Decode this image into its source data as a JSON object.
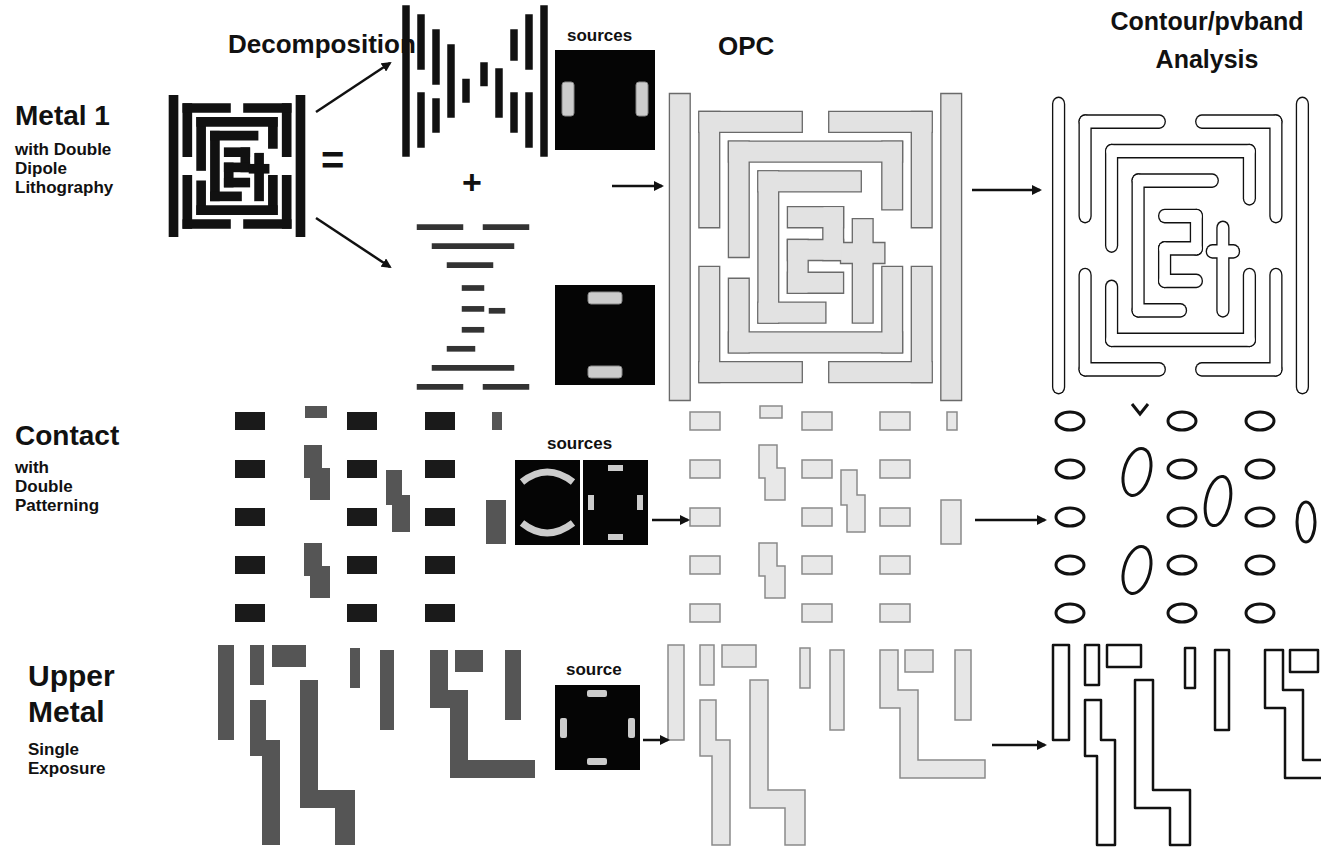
{
  "diagram": {
    "labels": [
      "Decomposition",
      "OPC",
      "Contour/pvband Analysis",
      "Metal 1",
      "with Double Dipole Lithography",
      "=",
      "+",
      "sources",
      "Contact",
      "with Double Patterning",
      "sources",
      "Upper Metal",
      "Single Exposure",
      "source"
    ]
  }
}
